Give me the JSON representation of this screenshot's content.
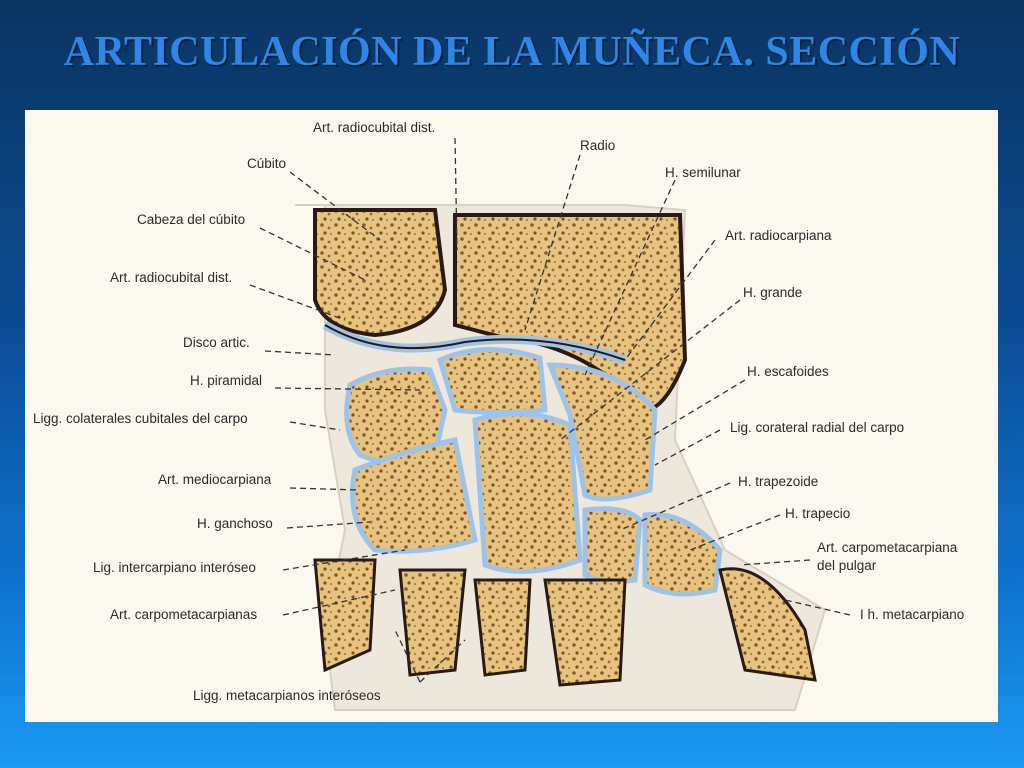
{
  "title": "ARTICULACIÓN DE LA MUÑECA. SECCIÓN",
  "colors": {
    "background_top": "#0a3563",
    "background_bottom": "#1a9af2",
    "title": "#2f86e8",
    "panel": "#fbf8f0",
    "bone": "#e8c98a",
    "cartilage": "#9fc3e6",
    "joint_space": "#2a1a14"
  },
  "labels": {
    "art_radiocubital_dist_top": "Art. radiocubital dist.",
    "radio": "Radio",
    "cubito": "Cúbito",
    "h_semilunar": "H. semilunar",
    "cabeza_cubito": "Cabeza del cúbito",
    "art_radiocarpiana": "Art. radiocarpiana",
    "art_radiocubital_dist_left": "Art. radiocubital dist.",
    "h_grande": "H. grande",
    "disco_artic": "Disco artic.",
    "h_piramidal": "H. piramidal",
    "h_escafoides": "H. escafoides",
    "ligg_colaterales": "Ligg. colaterales cubitales del carpo",
    "lig_coratera_radial": "Lig. corateral radial del carpo",
    "art_mediocarpiana": "Art. mediocarpiana",
    "h_trapezoide": "H. trapezoide",
    "h_ganchoso": "H. ganchoso",
    "h_trapecio": "H. trapecio",
    "art_carpometacarpiana_pulgar_1": "Art. carpometacarpiana",
    "art_carpometacarpiana_pulgar_2": "del pulgar",
    "lig_intercarpiano": "Lig. intercarpiano interóseo",
    "i_h_metacarpiano": "I h. metacarpiano",
    "art_carpometacarpianas": "Art. carpometacarpianas",
    "ligg_metacarpianos": "Ligg. metacarpianos interóseos"
  }
}
